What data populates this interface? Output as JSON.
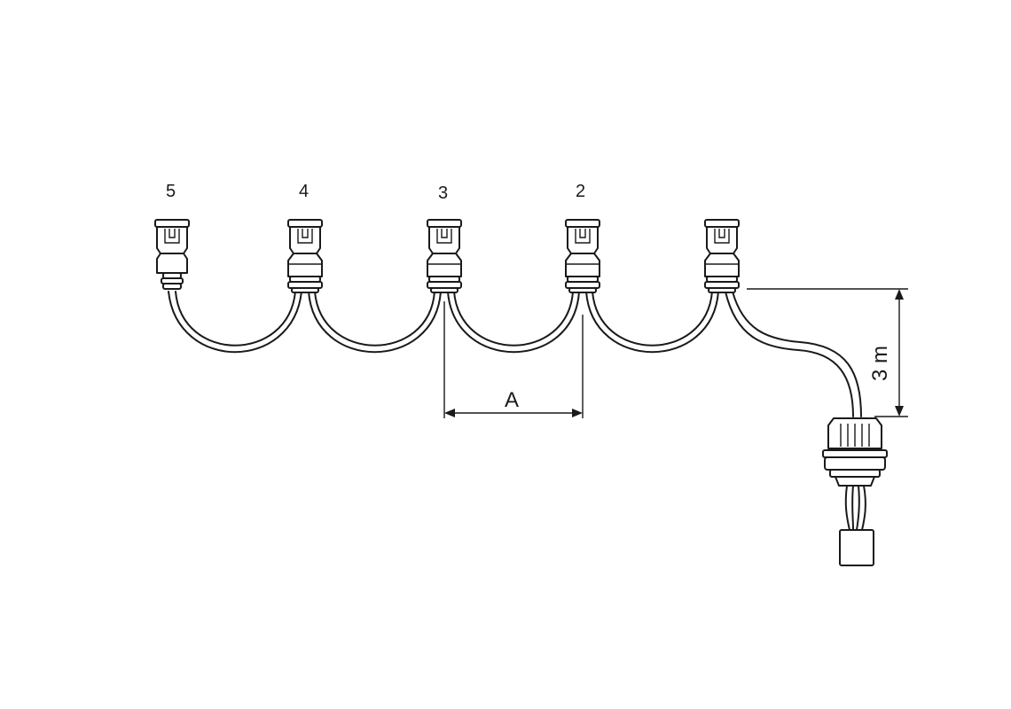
{
  "connectors": [
    {
      "number": "5"
    },
    {
      "number": "4"
    },
    {
      "number": "3"
    },
    {
      "number": "2"
    },
    {
      "number": ""
    }
  ],
  "dimensions": {
    "spacing_label": "A",
    "drop_label": "3 m"
  }
}
